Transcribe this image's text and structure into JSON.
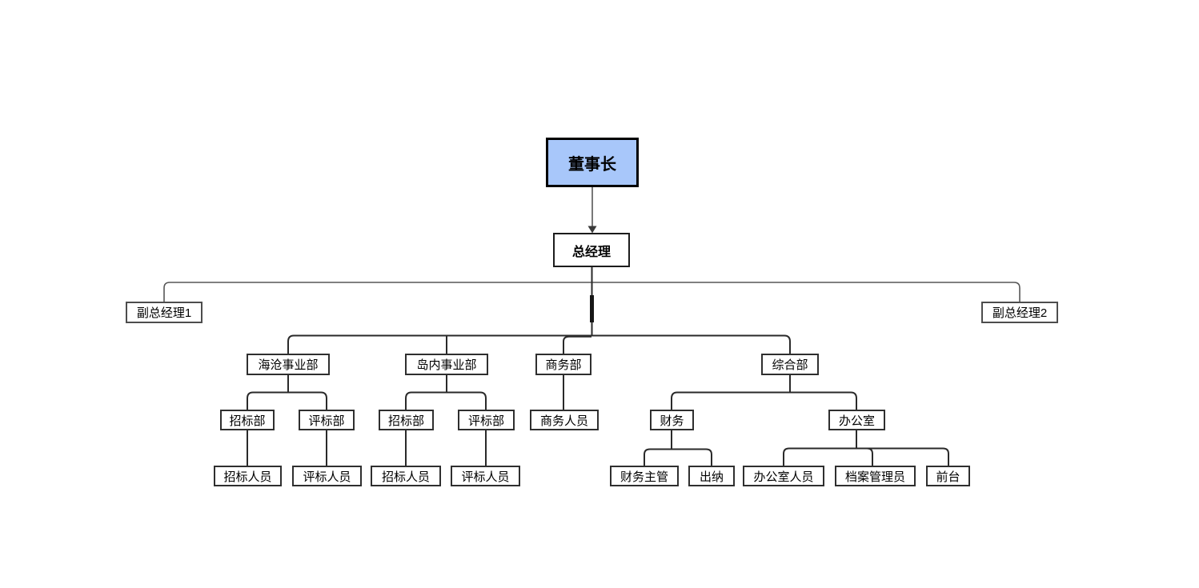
{
  "colors": {
    "accent": "#a8c7fa",
    "line": "#2a2a2a",
    "line_light": "#565656",
    "border": "#2f2f2f"
  },
  "nodes": {
    "chairman": {
      "label": "董事长"
    },
    "general_manager": {
      "label": "总经理"
    },
    "deputy_gm_1": {
      "label": "副总经理1"
    },
    "deputy_gm_2": {
      "label": "副总经理2"
    },
    "haicang_division": {
      "label": "海沧事业部"
    },
    "island_division": {
      "label": "岛内事业部"
    },
    "commerce_dept": {
      "label": "商务部"
    },
    "general_affairs_dept": {
      "label": "综合部"
    },
    "bidding_dept_1": {
      "label": "招标部"
    },
    "evaluation_dept_1": {
      "label": "评标部"
    },
    "bidding_dept_2": {
      "label": "招标部"
    },
    "evaluation_dept_2": {
      "label": "评标部"
    },
    "commerce_staff": {
      "label": "商务人员"
    },
    "finance": {
      "label": "财务"
    },
    "office": {
      "label": "办公室"
    },
    "bidding_staff_1": {
      "label": "招标人员"
    },
    "evaluation_staff_1": {
      "label": "评标人员"
    },
    "bidding_staff_2": {
      "label": "招标人员"
    },
    "evaluation_staff_2": {
      "label": "评标人员"
    },
    "finance_manager": {
      "label": "财务主管"
    },
    "cashier": {
      "label": "出纳"
    },
    "office_staff": {
      "label": "办公室人员"
    },
    "archives_manager": {
      "label": "档案管理员"
    },
    "front_desk": {
      "label": "前台"
    }
  },
  "edges": [
    {
      "from": "chairman",
      "to": "general_manager",
      "arrow": true
    },
    {
      "from": "general_manager",
      "to": "deputy_gm_1"
    },
    {
      "from": "general_manager",
      "to": "deputy_gm_2"
    },
    {
      "from": "general_manager",
      "to": "haicang_division"
    },
    {
      "from": "general_manager",
      "to": "island_division"
    },
    {
      "from": "general_manager",
      "to": "commerce_dept"
    },
    {
      "from": "general_manager",
      "to": "general_affairs_dept"
    },
    {
      "from": "haicang_division",
      "to": "bidding_dept_1"
    },
    {
      "from": "haicang_division",
      "to": "evaluation_dept_1"
    },
    {
      "from": "island_division",
      "to": "bidding_dept_2"
    },
    {
      "from": "island_division",
      "to": "evaluation_dept_2"
    },
    {
      "from": "commerce_dept",
      "to": "commerce_staff"
    },
    {
      "from": "general_affairs_dept",
      "to": "finance"
    },
    {
      "from": "general_affairs_dept",
      "to": "office"
    },
    {
      "from": "bidding_dept_1",
      "to": "bidding_staff_1"
    },
    {
      "from": "evaluation_dept_1",
      "to": "evaluation_staff_1"
    },
    {
      "from": "bidding_dept_2",
      "to": "bidding_staff_2"
    },
    {
      "from": "evaluation_dept_2",
      "to": "evaluation_staff_2"
    },
    {
      "from": "finance",
      "to": "finance_manager"
    },
    {
      "from": "finance",
      "to": "cashier"
    },
    {
      "from": "office",
      "to": "office_staff"
    },
    {
      "from": "office",
      "to": "archives_manager"
    },
    {
      "from": "office",
      "to": "front_desk"
    }
  ]
}
